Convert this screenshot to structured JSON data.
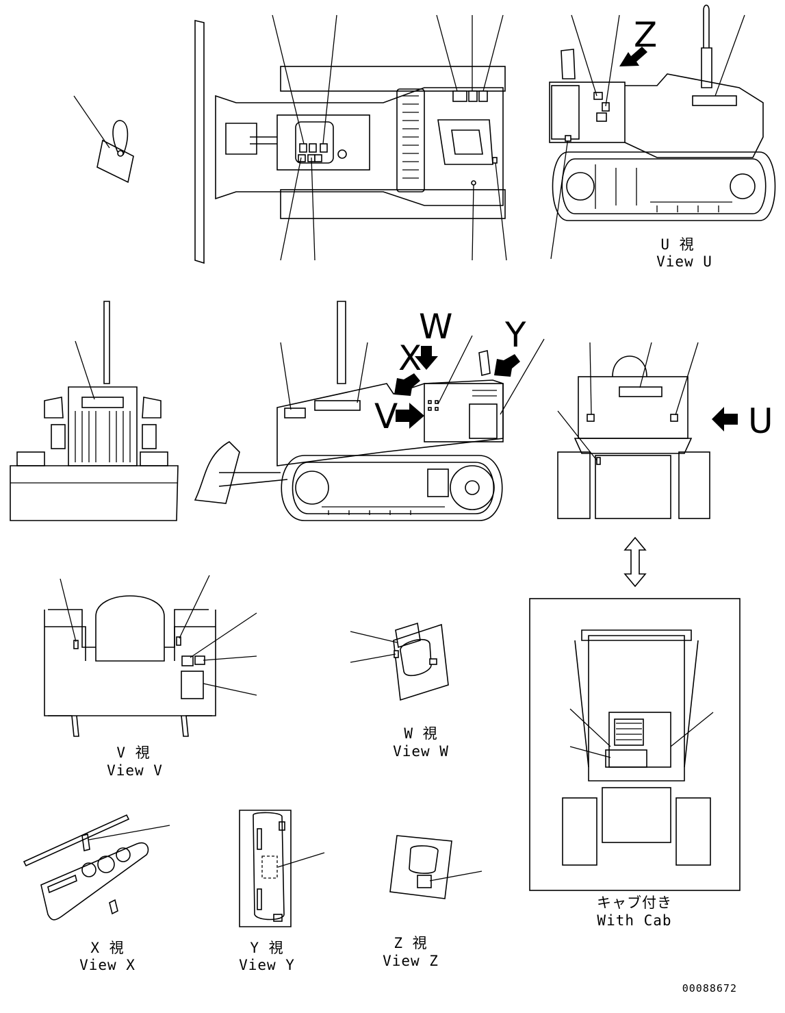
{
  "views": {
    "u": {
      "jp": "U 視",
      "en": "View U"
    },
    "v": {
      "jp": "V 視",
      "en": "View V"
    },
    "w": {
      "jp": "W 視",
      "en": "View W"
    },
    "x": {
      "jp": "X 視",
      "en": "View X"
    },
    "y": {
      "jp": "Y 視",
      "en": "View Y"
    },
    "z": {
      "jp": "Z 視",
      "en": "View Z"
    },
    "cab": {
      "jp": "キャブ付き",
      "en": "With Cab"
    }
  },
  "arrow_letters": {
    "z": "Z",
    "w": "W",
    "x": "X",
    "y": "Y",
    "v": "V",
    "u": "U"
  },
  "drawing_number": "00088672"
}
